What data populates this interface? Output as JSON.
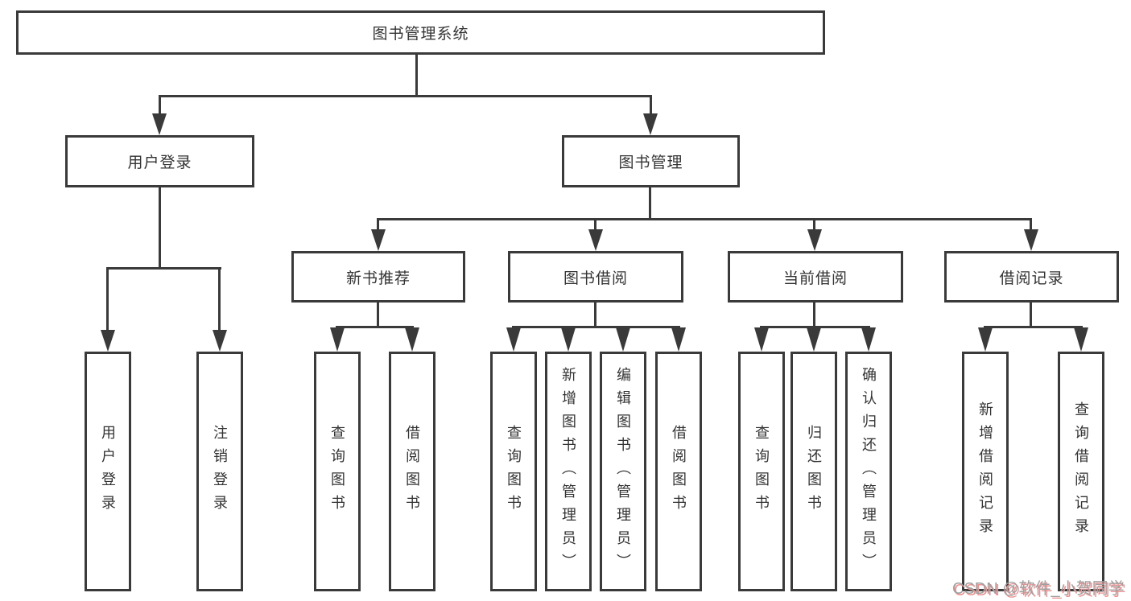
{
  "colors": {
    "line": "#3a3a3a",
    "text": "#333333",
    "background": "#ffffff",
    "watermark_text": "#a0a0a0",
    "watermark_shadow": "#ec9191"
  },
  "tree": {
    "root": {
      "label": "图书管理系统"
    },
    "branches": [
      {
        "label": "用户登录",
        "children": [
          {
            "label": "用户登录"
          },
          {
            "label": "注销登录"
          }
        ]
      },
      {
        "label": "图书管理",
        "groups": [
          {
            "label": "新书推荐",
            "children": [
              {
                "label": "查询图书"
              },
              {
                "label": "借阅图书"
              }
            ]
          },
          {
            "label": "图书借阅",
            "children": [
              {
                "label": "查询图书"
              },
              {
                "label": "新增图书（管理员）"
              },
              {
                "label": "编辑图书（管理员）"
              },
              {
                "label": "借阅图书"
              }
            ]
          },
          {
            "label": "当前借阅",
            "children": [
              {
                "label": "查询图书"
              },
              {
                "label": "归还图书"
              },
              {
                "label": "确认归还（管理员）"
              }
            ]
          },
          {
            "label": "借阅记录",
            "children": [
              {
                "label": "新增借阅记录"
              },
              {
                "label": "查询借阅记录"
              }
            ]
          }
        ]
      }
    ]
  },
  "watermark": {
    "text": "CSDN @软件_小贺同学"
  }
}
